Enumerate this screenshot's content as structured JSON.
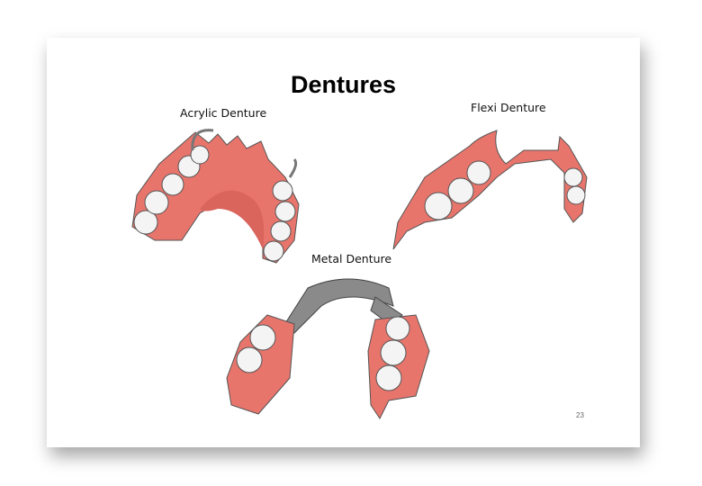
{
  "slide": {
    "title": "Dentures",
    "labels": {
      "acrylic": "Acrylic Denture",
      "flexi": "Flexi Denture",
      "metal": "Metal Denture"
    },
    "page_number": "23"
  },
  "colors": {
    "gum": "#e8756c",
    "tooth": "#f4f4f4",
    "metal": "#8a8a8a"
  }
}
